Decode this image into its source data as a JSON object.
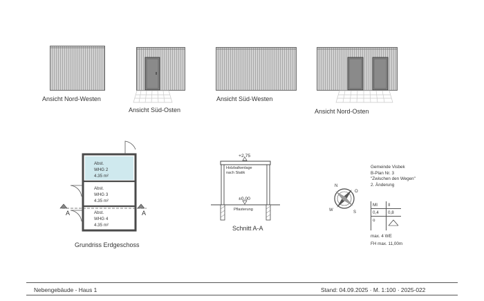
{
  "elevations": [
    {
      "label": "Ansicht Nord-Westen"
    },
    {
      "label": "Ansicht Süd-Osten"
    },
    {
      "label": "Ansicht Süd-Westen"
    },
    {
      "label": "Ansicht Nord-Osten"
    }
  ],
  "floorplan": {
    "title": "Grundriss Erdgeschoss",
    "rooms": [
      {
        "line1": "Abst.",
        "line2": "WHG 2",
        "area": "4.35 m²"
      },
      {
        "line1": "Abst.",
        "line2": "WHG 3",
        "area": "4.35 m²"
      },
      {
        "line1": "Abst.",
        "line2": "WHG 4",
        "area": "4.35 m²"
      }
    ],
    "section_mark": "A"
  },
  "section": {
    "title": "Schnitt A-A",
    "top_level": "+2.75",
    "beam_note_1": "Holzbalkenlage",
    "beam_note_2": "nach Statik",
    "zero_level": "±0.00",
    "ground_note": "Pflasterung"
  },
  "info": {
    "municipality": "Gemeinde Visbek",
    "plan": "B-Plan Nr. 3",
    "plan_name": "\"Zwischen den Wegen\"",
    "change": "2. Änderung",
    "table": {
      "h1": "MI",
      "h2": "II",
      "v1": "0,4",
      "v2": "0,8",
      "v3": "o"
    },
    "max_we": "max. 4 WE",
    "fh": "FH max. 11,00m"
  },
  "footer": {
    "left": "Nebengebäude - Haus 1",
    "right": "Stand: 04.09.2025 · M. 1:100 · 2025-022"
  },
  "colors": {
    "highlight_room": "#cfe9ee",
    "cladding": "#cfcfcf",
    "door": "#8a8a8a"
  }
}
